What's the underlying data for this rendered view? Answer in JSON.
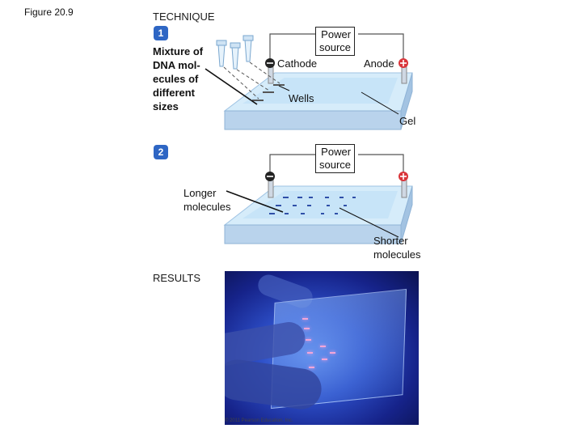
{
  "figure_label": "Figure 20.9",
  "technique_heading": "TECHNIQUE",
  "step1_badge": "1",
  "step2_badge": "2",
  "mixture_label_lines": [
    "Mixture of",
    "DNA mol-",
    "ecules of",
    "different",
    "sizes"
  ],
  "power_source_1_lines": [
    "Power",
    "source"
  ],
  "power_source_2_lines": [
    "Power",
    "source"
  ],
  "cathode_label": "Cathode",
  "anode_label": "Anode",
  "wells_label": "Wells",
  "gel_label": "Gel",
  "longer_molecules_lines": [
    "Longer",
    "molecules"
  ],
  "shorter_molecules_lines": [
    "Shorter",
    "molecules"
  ],
  "results_heading": "RESULTS",
  "copyright": "© 2011 Pearson Education, Inc.",
  "colors": {
    "badge": "#2e66c4",
    "gel": "#d6ecfa",
    "tray_side": "#b9d3ec",
    "negative": "#222222",
    "positive": "#d9353a",
    "band": "#2f4fa8"
  }
}
